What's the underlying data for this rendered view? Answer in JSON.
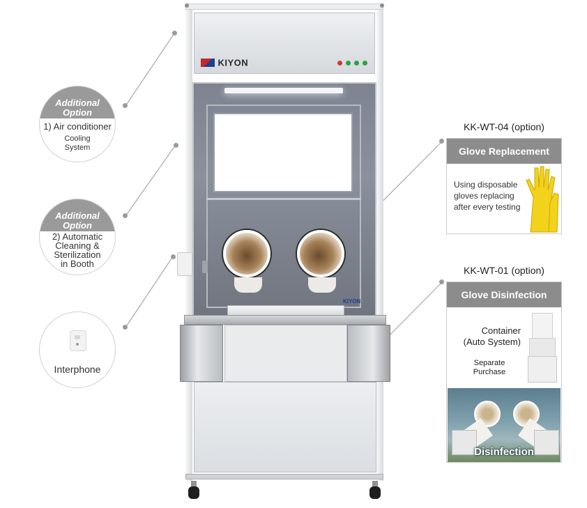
{
  "brand": {
    "logo_text": "KIYON",
    "small_logo_text": "KIYON"
  },
  "options": [
    {
      "caption_line1": "Additional",
      "caption_line2": "Option",
      "number": "1)",
      "title": "Air conditioner",
      "sub_lines": [
        "Cooling",
        "System"
      ]
    },
    {
      "caption_line1": "Additional",
      "caption_line2": "Option",
      "number": "2)",
      "title": "Automatic",
      "sub_lines": [
        "Cleaning &",
        "Sterilization",
        "in Booth"
      ]
    }
  ],
  "interphone": {
    "label": "Interphone",
    "icon": "interphone-icon"
  },
  "glove_replacement": {
    "model": "KK-WT-04 (option)",
    "header": "Glove Replacement",
    "body_lines": [
      "Using disposable",
      "gloves replacing",
      "after every testing"
    ],
    "image": "yellow-glove-icon"
  },
  "glove_disinfection": {
    "model": "KK-WT-01 (option)",
    "header": "Glove Disinfection",
    "container_lines": [
      "Container",
      "(Auto System)"
    ],
    "purchase_lines": [
      "Separate",
      "Purchase"
    ],
    "photo_caption": "Disinfection"
  },
  "colors": {
    "gray_header": "#8c8c8c",
    "caption_gray": "#9a9a9a",
    "frame": "#e8eaec",
    "glove_yellow": "#f2d21a",
    "logo_red": "#c8262c",
    "logo_blue": "#1c3f94"
  }
}
